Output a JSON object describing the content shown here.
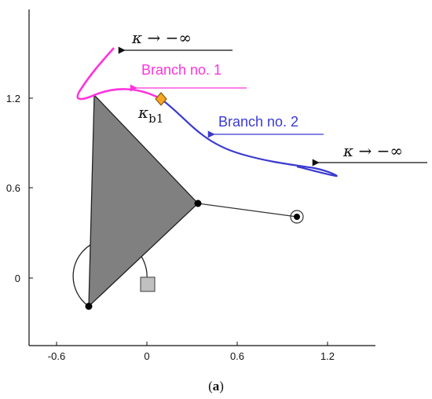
{
  "axes": {
    "x_ticks": [
      "-0.6",
      "0",
      "0.6",
      "1.2"
    ],
    "y_ticks": [
      "0",
      "0.6",
      "1.2"
    ]
  },
  "annotations": {
    "kappa_top": "κ → −∞",
    "kappa_right": "κ → −∞",
    "branch1": "Branch no. 1",
    "branch2": "Branch no. 2",
    "kappa_b1_main": "κ",
    "kappa_b1_sub": "b1"
  },
  "caption": {
    "open": "(",
    "letter": "a",
    "close": ")"
  },
  "colors": {
    "branch1": "#ff33dd",
    "branch2": "#3a3ad0",
    "triangle_fill": "#808080",
    "marker": "#f5a623",
    "end_box": "#c0c0c0"
  }
}
